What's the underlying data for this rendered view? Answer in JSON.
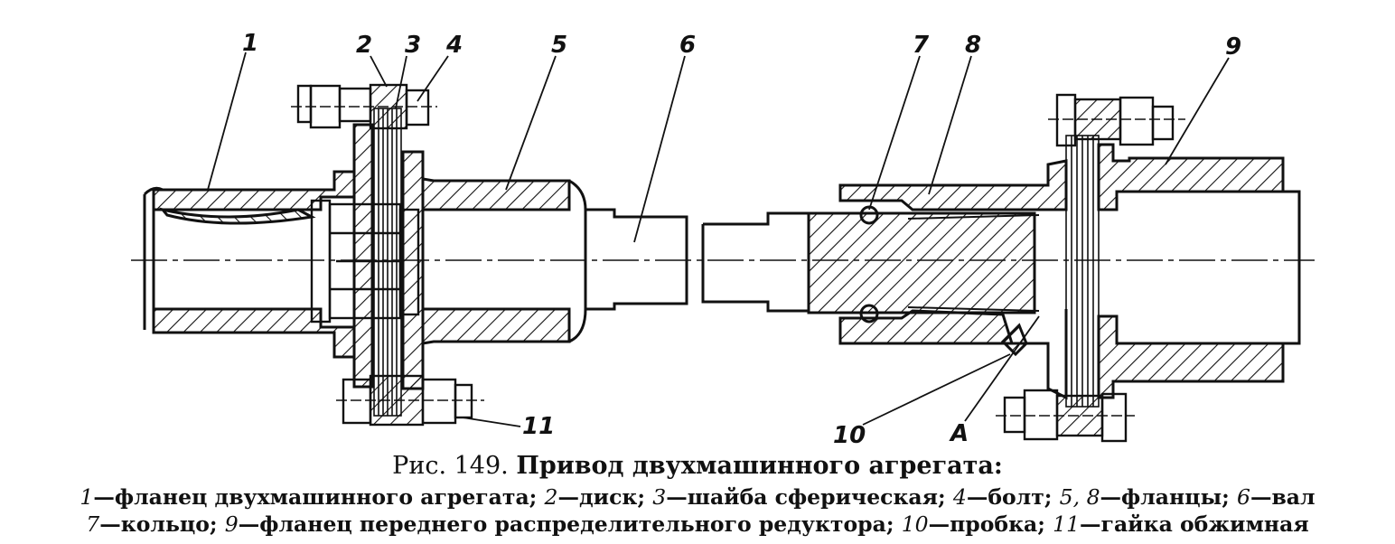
{
  "figure": {
    "callouts": [
      "1",
      "2",
      "3",
      "4",
      "5",
      "6",
      "7",
      "8",
      "9",
      "10",
      "A",
      "11"
    ],
    "caption_label": "Рис. 149.",
    "caption_title": "Привод двухмашинного агрегата:",
    "legend": [
      {
        "num": "1",
        "text": "—фланец двухмашинного агрегата; "
      },
      {
        "num": "2",
        "text": "—диск; "
      },
      {
        "num": "3",
        "text": "—шайба сферическая; "
      },
      {
        "num": "4",
        "text": "—болт; "
      },
      {
        "num": "5, 8",
        "text": "—фланцы; "
      },
      {
        "num": "6",
        "text": "—вал"
      },
      {
        "num": "7",
        "text": "—кольцо; "
      },
      {
        "num": "9",
        "text": "—фланец переднего распределительного редуктора; "
      },
      {
        "num": "10",
        "text": "—пробка; "
      },
      {
        "num": "11",
        "text": "—гайка обжимная"
      }
    ]
  }
}
